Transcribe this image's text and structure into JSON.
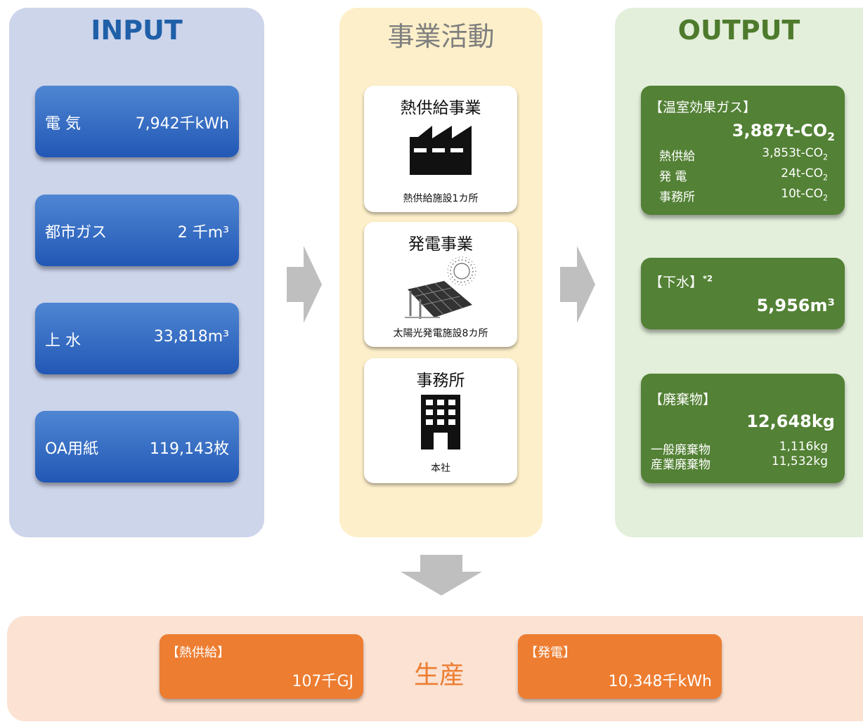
{
  "input": {
    "title": "INPUT",
    "items": [
      {
        "label": "電 気",
        "value": "7,942千kWh"
      },
      {
        "label": "都市ガス",
        "value": "2 千m³"
      },
      {
        "label": "上 水",
        "value": "33,818m³"
      },
      {
        "label": "OA用紙",
        "value": "119,143枚"
      }
    ]
  },
  "business": {
    "title": "事業活動",
    "cards": [
      {
        "name": "熱供給事業",
        "sub": "熱供給施設1カ所",
        "icon": "factory-icon"
      },
      {
        "name": "発電事業",
        "sub": "太陽光発電施設8カ所",
        "icon": "solar-panel-icon"
      },
      {
        "name": "事務所",
        "sub": "本社",
        "icon": "office-building-icon"
      }
    ]
  },
  "output": {
    "title": "OUTPUT",
    "ghg": {
      "head": "【温室効果ガス】",
      "total": "3,887t-CO",
      "total_sub": "2",
      "rows": [
        {
          "label": "熱供給",
          "value": "3,853t-CO",
          "sub": "2"
        },
        {
          "label": "発 電",
          "value": "24t-CO",
          "sub": "2"
        },
        {
          "label": "事務所",
          "value": "10t-CO",
          "sub": "2"
        }
      ]
    },
    "sewage": {
      "head": "【下水】",
      "note": "*2",
      "total": "5,956m³"
    },
    "waste": {
      "head": "【廃棄物】",
      "total": "12,648kg",
      "rows": [
        {
          "label": "一般廃棄物",
          "value": "1,116kg"
        },
        {
          "label": "産業廃棄物",
          "value": "11,532kg"
        }
      ]
    }
  },
  "production": {
    "label": "生産",
    "heat": {
      "head": "【熱供給】",
      "value": "107千GJ"
    },
    "power": {
      "head": "【発電】",
      "value": "10,348千kWh"
    }
  },
  "colors": {
    "input_panel": "#cdd5eb",
    "business_panel": "#fdefc9",
    "output_panel": "#e3efdb",
    "production_panel": "#fbe2d3",
    "input_box": "#2f6cc0",
    "output_box": "#538135",
    "production_box": "#ed7d31",
    "arrow": "#bfbfbf"
  }
}
